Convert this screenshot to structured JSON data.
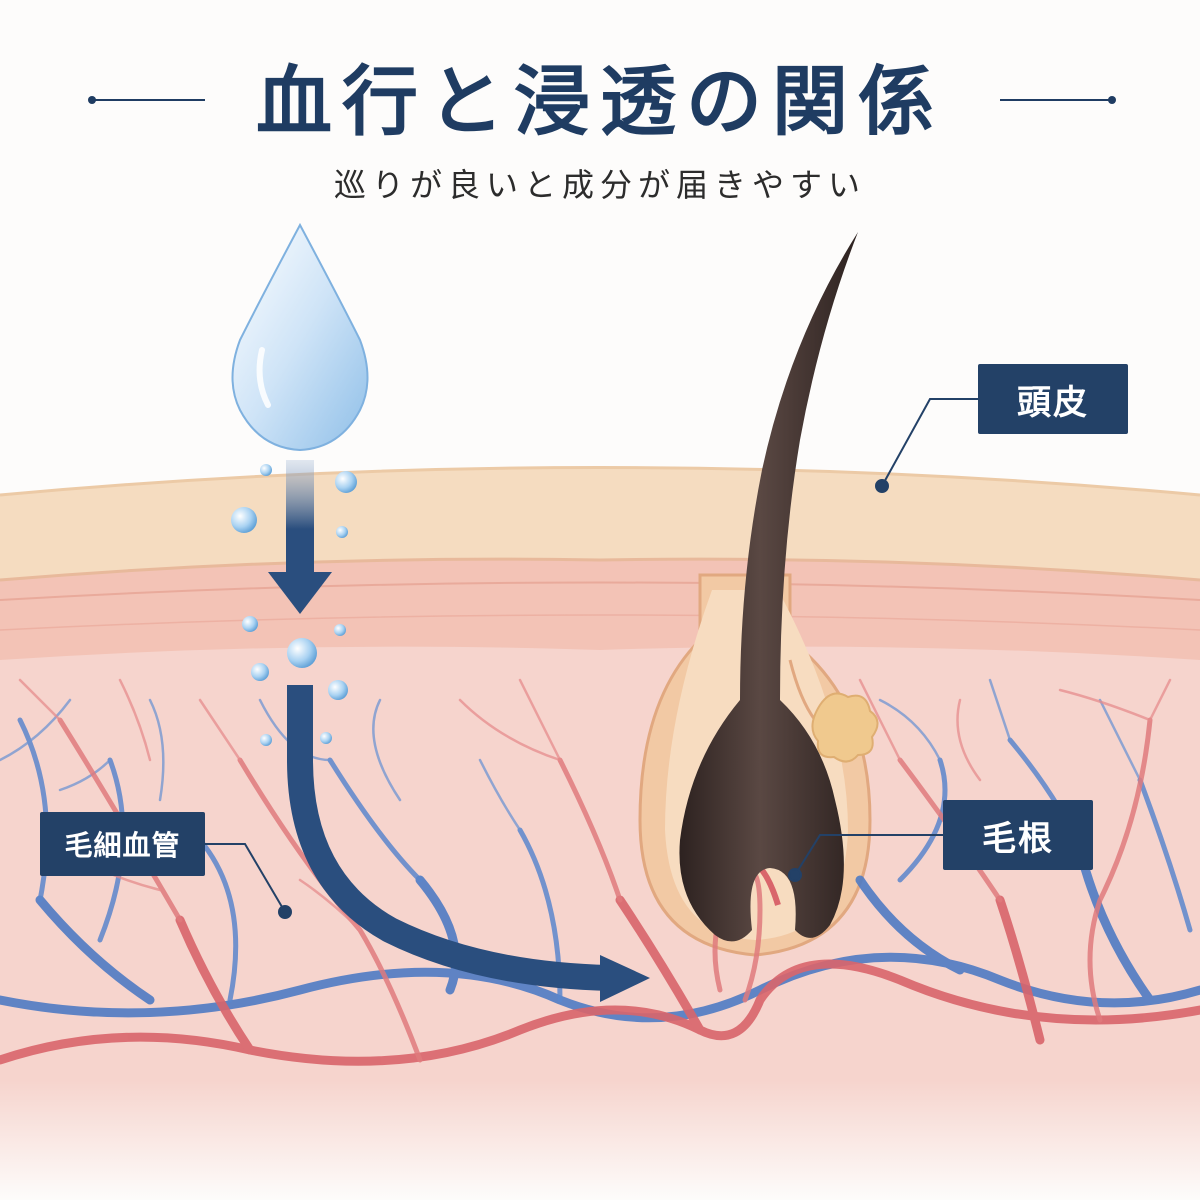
{
  "header": {
    "title": "血行と浸透の関係",
    "subtitle": "巡りが良いと成分が届きやすい"
  },
  "labels": {
    "scalp": "頭皮",
    "hair_root": "毛根",
    "capillaries": "毛細血管"
  },
  "colors": {
    "title": "#1f3c62",
    "label_bg": "#234167",
    "label_text": "#ffffff",
    "artery": "#d9656b",
    "vein": "#4f7bc4",
    "arrow": "#2a4e7e",
    "droplet": "#bcd9f2",
    "hair": "#3d2f2c",
    "epidermis": "#f4d8b8",
    "dermis": "#f7d3cc"
  },
  "icons": {
    "droplet": "water-droplet-icon",
    "arrow": "down-arrow-icon"
  }
}
